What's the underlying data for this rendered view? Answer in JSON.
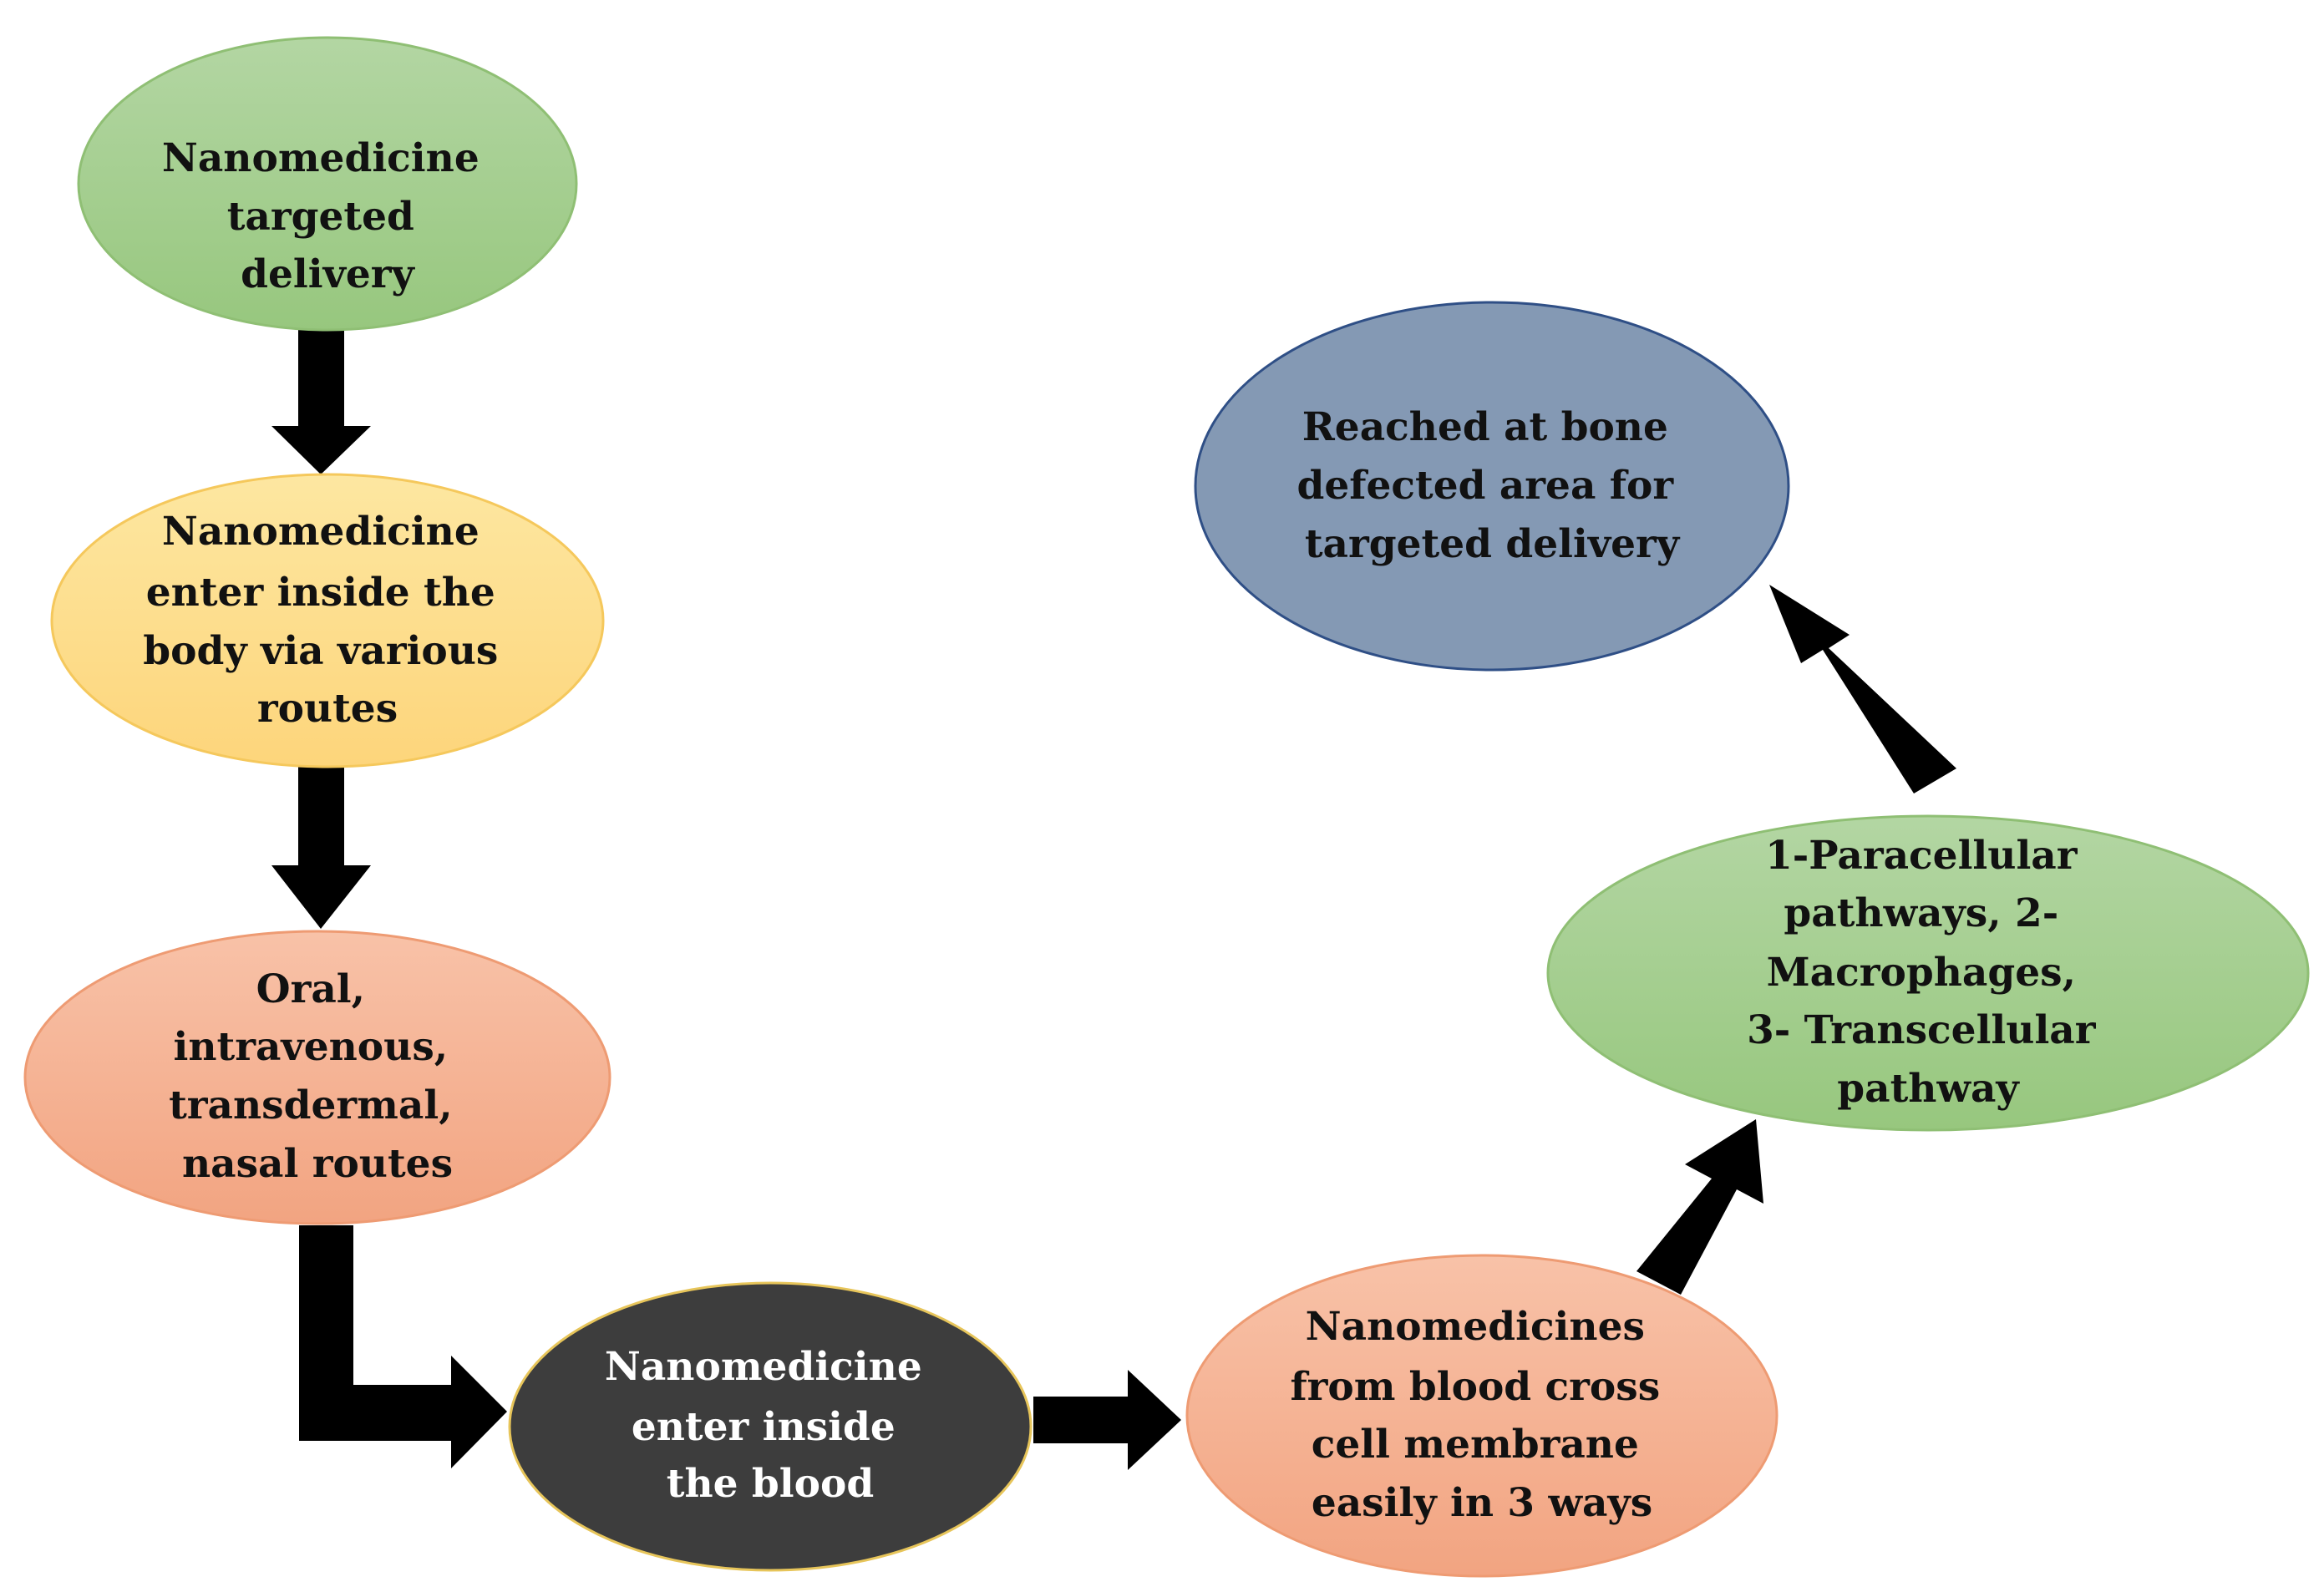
{
  "nodes": [
    {
      "id": "targeted-delivery",
      "lines": [
        "Nanomedicine",
        "targeted",
        "delivery"
      ],
      "fill_top": "#b3d6a3",
      "fill_bottom": "#97c77e",
      "stroke": "#8fbf74",
      "text_color": "#111111"
    },
    {
      "id": "enter-body",
      "lines": [
        "Nanomedicine",
        "enter inside the",
        "body via various",
        "routes"
      ],
      "fill_top": "#fde7a1",
      "fill_bottom": "#fdd57b",
      "stroke": "#f5c85c",
      "text_color": "#111111"
    },
    {
      "id": "routes",
      "lines": [
        "Oral,",
        "intravenous,",
        "transdermal,",
        "nasal routes"
      ],
      "fill_top": "#f8c2a8",
      "fill_bottom": "#f2a481",
      "stroke": "#ee9b73",
      "text_color": "#111111"
    },
    {
      "id": "enter-blood",
      "lines": [
        "Nanomedicine",
        "enter inside",
        "the blood"
      ],
      "fill_top": "#3d3d3d",
      "fill_bottom": "#3d3d3d",
      "stroke": "#e7c55a",
      "text_color": "#ffffff"
    },
    {
      "id": "cross-membrane",
      "lines": [
        "Nanomedicines",
        "from blood cross",
        "cell membrane",
        "easily in 3 ways"
      ],
      "fill_top": "#f8c2a8",
      "fill_bottom": "#f2a481",
      "stroke": "#ee9b73",
      "text_color": "#111111"
    },
    {
      "id": "pathways",
      "lines": [
        "1-Paracellular",
        "pathways, 2-",
        "Macrophages,",
        "3- Transcellular",
        "pathway"
      ],
      "fill_top": "#b3d6a3",
      "fill_bottom": "#97c77e",
      "stroke": "#8fbf74",
      "text_color": "#111111"
    },
    {
      "id": "bone-defect",
      "lines": [
        "Reached at bone",
        "defected area for",
        "targeted delivery"
      ],
      "fill_top": "#8499b4",
      "fill_bottom": "#8499b4",
      "stroke": "#2f4f86",
      "text_color": "#111111"
    }
  ],
  "arrow_color": "#000000"
}
